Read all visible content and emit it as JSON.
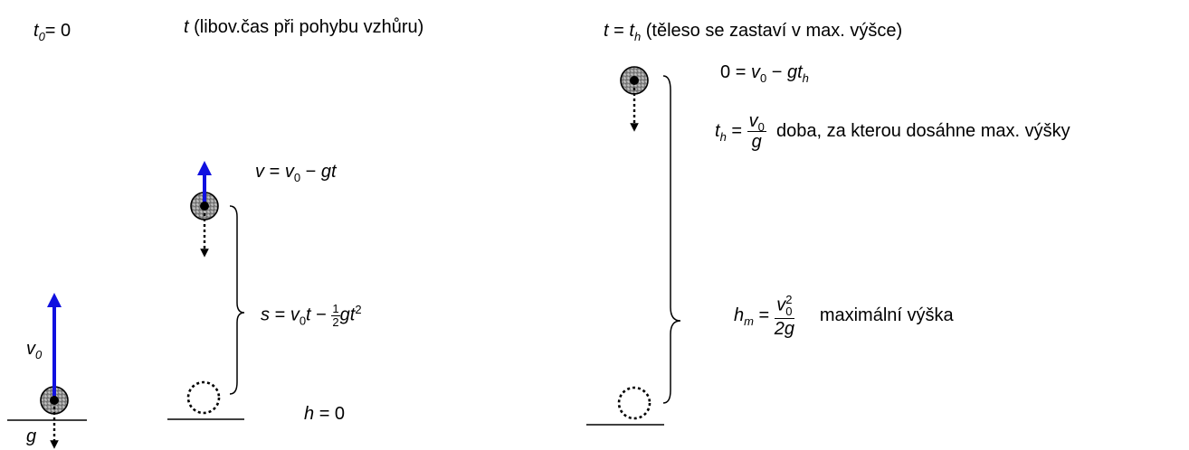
{
  "columns": {
    "start": {
      "time_label": {
        "sym": "t",
        "sub": "0",
        "rest": "= 0"
      },
      "velocity_label": {
        "sym": "v",
        "sub": "0"
      },
      "gravity_label": "g"
    },
    "moving": {
      "time_label": {
        "sym": "t",
        "rest": "(libov.čas při pohybu vzhůru)"
      },
      "velocity_eq": {
        "lhs": "v",
        "eq": "=",
        "v": "v",
        "v_sub": "0",
        "minus": "−",
        "g": "g",
        "t": "t"
      },
      "distance_eq": {
        "lhs": "s",
        "eq": "=",
        "v": "v",
        "v_sub": "0",
        "t": "t",
        "minus": "−",
        "half_num": "1",
        "half_den": "2",
        "g": "g",
        "t2": "t",
        "exp": "2"
      },
      "ground_eq": {
        "lhs": "h",
        "eq": "= 0"
      }
    },
    "top": {
      "time_label": {
        "sym": "t",
        "eq": "=",
        "th": "t",
        "th_sub": "h",
        "rest": "(těleso se zastaví v max. výšce)"
      },
      "stop_eq": {
        "lhs": "0",
        "eq": "=",
        "v": "v",
        "v_sub": "0",
        "minus": "−",
        "g": "g",
        "t": "t",
        "t_sub": "h"
      },
      "time_eq": {
        "lhs": "t",
        "lhs_sub": "h",
        "eq": "=",
        "num": "v",
        "num_sub": "0",
        "den": "g",
        "desc": "doba, za kterou dosáhne max. výšky"
      },
      "height_eq": {
        "lhs": "h",
        "lhs_sub": "m",
        "eq": "=",
        "num": "v",
        "num_sub": "0",
        "num_sup": "2",
        "den": "2g",
        "desc": "maximální výška"
      }
    }
  },
  "colors": {
    "velocity_arrow": "#1010e0",
    "gravity_arrow": "#000000",
    "ball_fill": "#9a9a9a",
    "ball_outline": "#000000"
  }
}
